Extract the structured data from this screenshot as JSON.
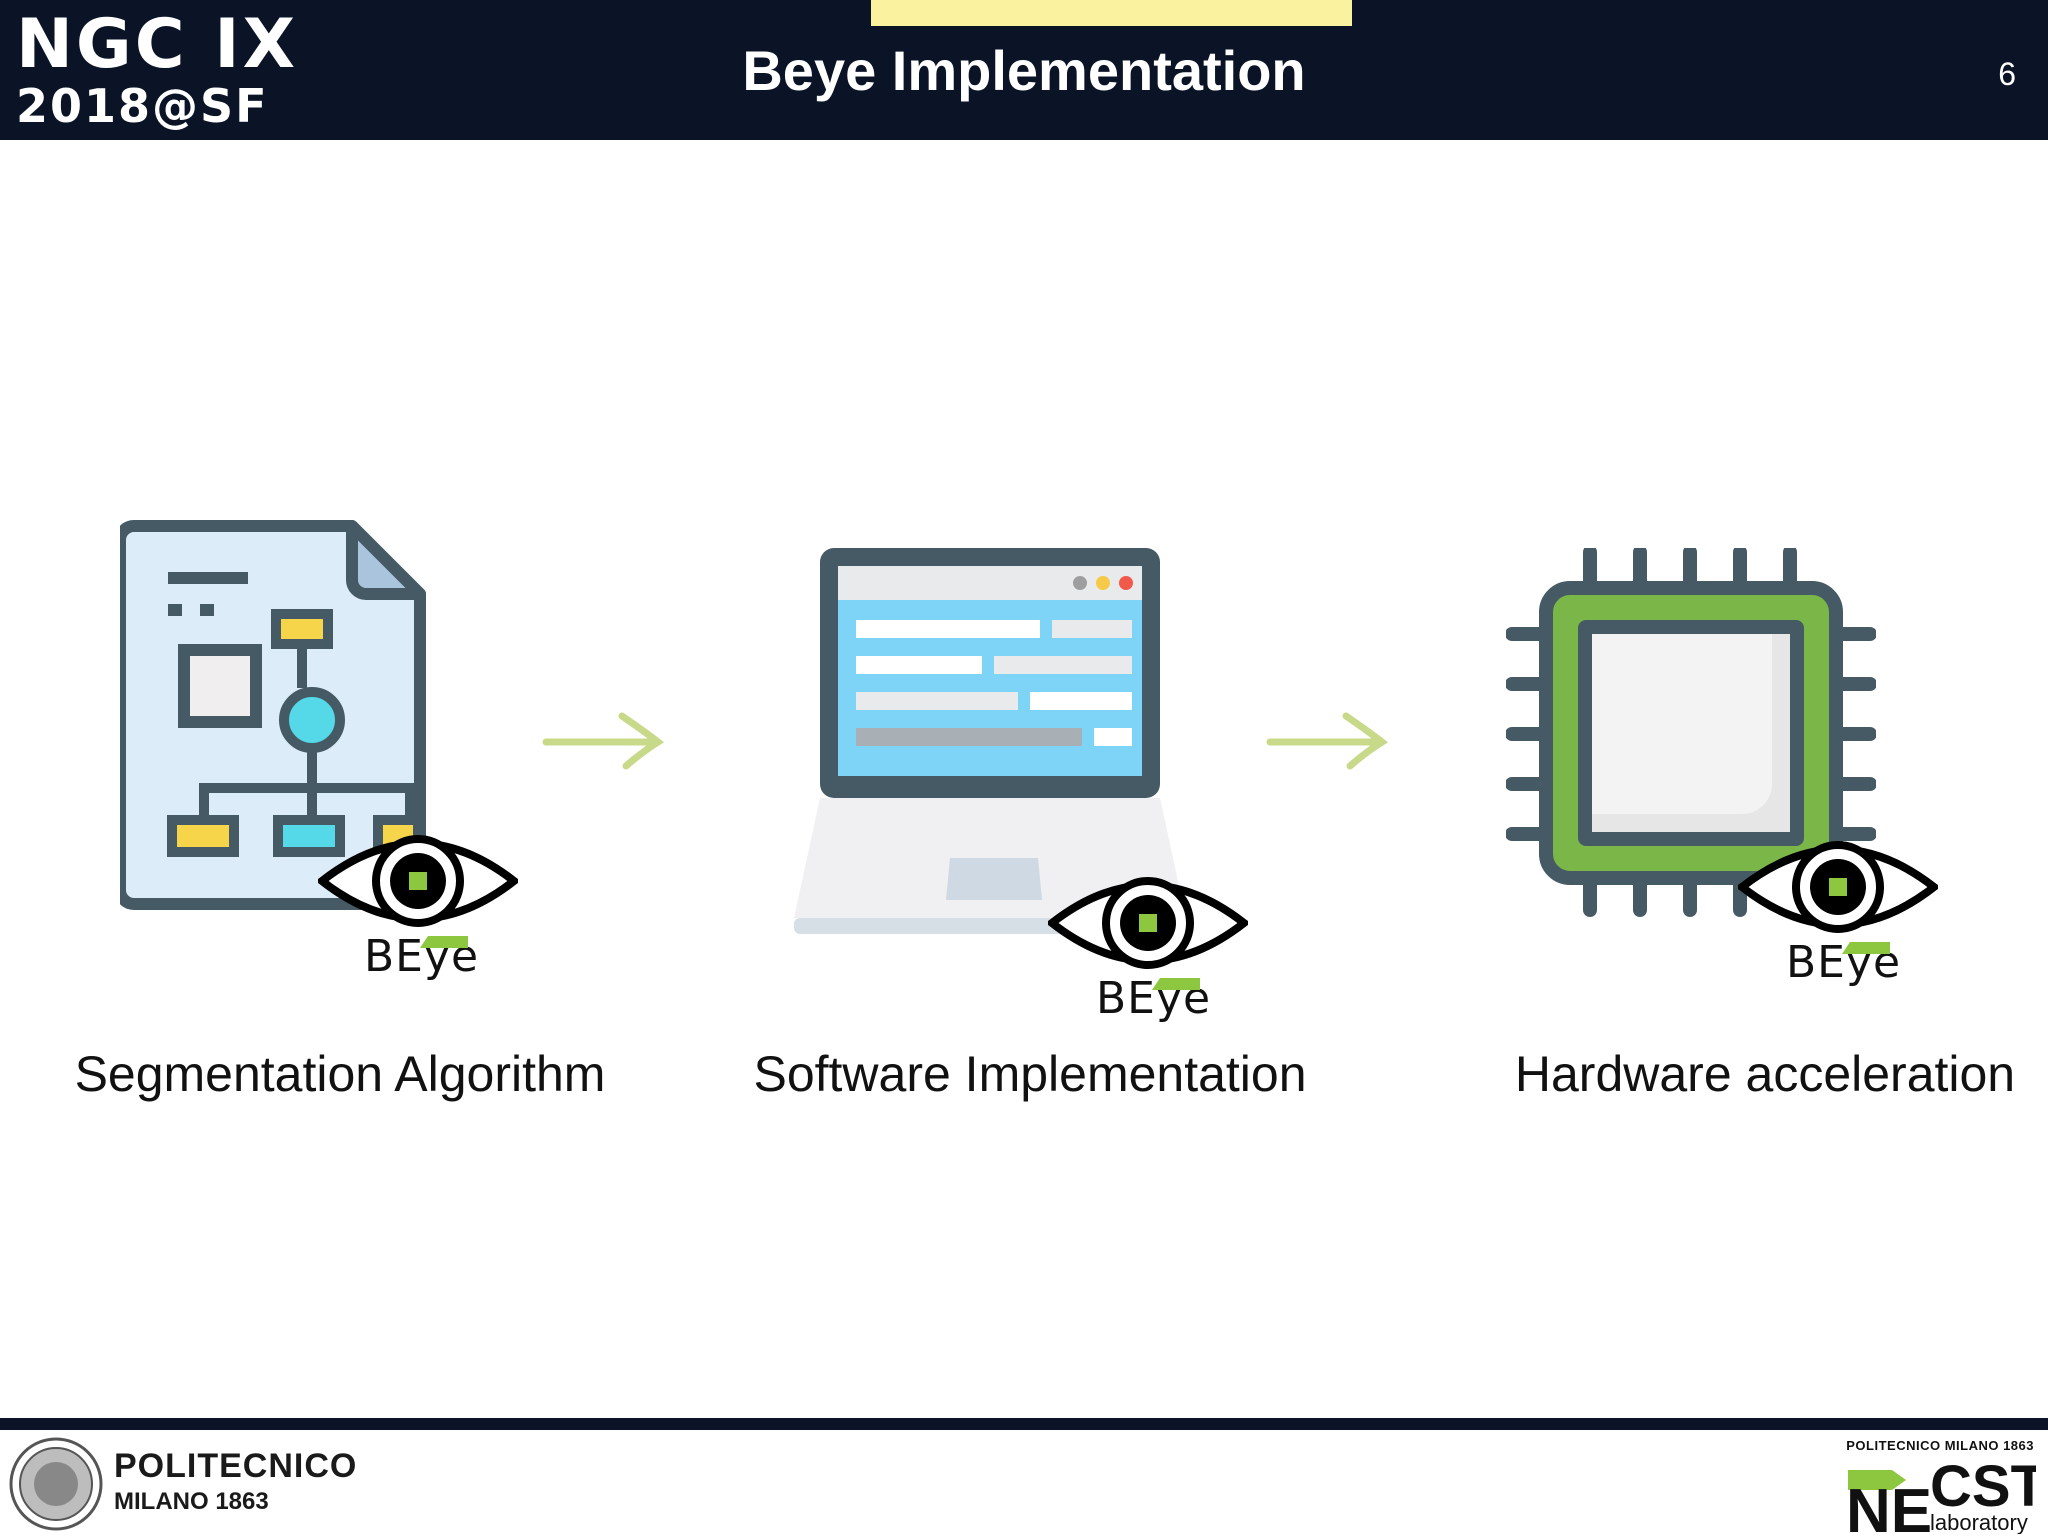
{
  "header": {
    "brand_line1": "NGC IX",
    "brand_line2": "2018@SF",
    "title": "Beye Implementation",
    "slide_number": "6"
  },
  "steps": [
    {
      "label": "Segmentation Algorithm",
      "icon": "flowchart-document-icon",
      "badge": "BEye"
    },
    {
      "label": "Software Implementation",
      "icon": "laptop-icon",
      "badge": "BEye"
    },
    {
      "label": "Hardware acceleration",
      "icon": "microchip-icon",
      "badge": "BEye"
    }
  ],
  "footer": {
    "university_name": "POLITECNICO",
    "university_sub": "MILANO 1863",
    "lab_top": "POLITECNICO MILANO 1863",
    "lab_name_left": "NE",
    "lab_name_right": "CST",
    "lab_word": "laboratory"
  },
  "colors": {
    "header_bg": "#0b1426",
    "accent_yellow": "#fbf2a0",
    "arrow_green": "#c9d98a",
    "badge_green": "#8dc63f"
  }
}
